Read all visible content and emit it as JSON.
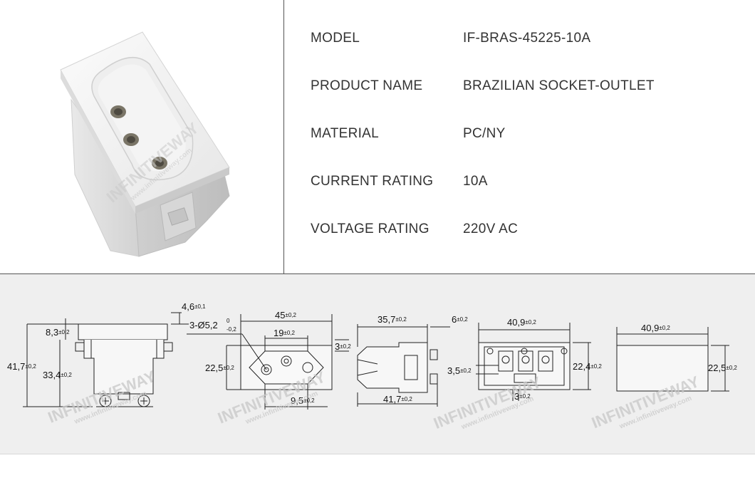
{
  "specs": [
    {
      "label": "MODEL",
      "value": "IF-BRAS-45225-10A"
    },
    {
      "label": "PRODUCT NAME",
      "value": "BRAZILIAN SOCKET-OUTLET"
    },
    {
      "label": "MATERIAL",
      "value": "PC/NY"
    },
    {
      "label": "CURRENT RATING",
      "value": "10A"
    },
    {
      "label": "VOLTAGE RATING",
      "value": "220V AC"
    }
  ],
  "watermark": {
    "brand": "INFINITIVEWAY",
    "site": "www.infinitiveway.com"
  },
  "drawings": {
    "side_view": {
      "d1": {
        "num": "4,6",
        "tol": "±0,1"
      },
      "d2": {
        "num": "8,3",
        "tol": "±0,2"
      },
      "d3": {
        "num": "41,7",
        "tol": "±0,2"
      },
      "d4": {
        "num": "33,4",
        "tol": "±0,2"
      }
    },
    "front_view": {
      "holes": {
        "num": "3-Ø5,2",
        "tol_upper": "0",
        "tol_lower": "-0,2"
      },
      "d1": {
        "num": "45",
        "tol": "±0,2"
      },
      "d2": {
        "num": "19",
        "tol": "±0,2"
      },
      "d3": {
        "num": "22,5",
        "tol": "±0,2"
      },
      "d4": {
        "num": "3",
        "tol": "±0,2"
      },
      "d5": {
        "num": "9,5",
        "tol": "±0,2"
      }
    },
    "profile_view": {
      "d1": {
        "num": "35,7",
        "tol": "±0,2"
      },
      "d2": {
        "num": "6",
        "tol": "±0,2"
      },
      "d3": {
        "num": "41,7",
        "tol": "±0,2"
      }
    },
    "rear_view": {
      "d1": {
        "num": "40,9",
        "tol": "±0,2"
      },
      "d2": {
        "num": "3,5",
        "tol": "±0,2"
      },
      "d3": {
        "num": "22,4",
        "tol": "±0,2"
      },
      "d4": {
        "num": "3",
        "tol": "±0,2"
      }
    },
    "cutout_view": {
      "d1": {
        "num": "40,9",
        "tol": "±0,2"
      },
      "d2": {
        "num": "22,5",
        "tol": "±0,2"
      }
    }
  }
}
